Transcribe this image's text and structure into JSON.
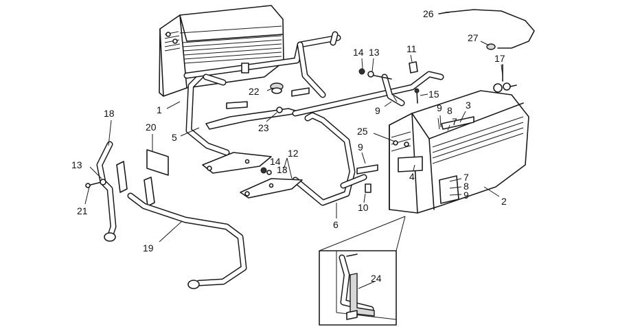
{
  "callouts": [
    {
      "id": "c1",
      "text": "1"
    },
    {
      "id": "c2",
      "text": "2"
    },
    {
      "id": "c3",
      "text": "3"
    },
    {
      "id": "c4",
      "text": "4"
    },
    {
      "id": "c5",
      "text": "5"
    },
    {
      "id": "c6",
      "text": "6"
    },
    {
      "id": "c7a",
      "text": "7"
    },
    {
      "id": "c7b",
      "text": "7"
    },
    {
      "id": "c8a",
      "text": "8"
    },
    {
      "id": "c8b",
      "text": "8"
    },
    {
      "id": "c9a",
      "text": "9"
    },
    {
      "id": "c9b",
      "text": "9"
    },
    {
      "id": "c9c",
      "text": "9"
    },
    {
      "id": "c9d",
      "text": "9"
    },
    {
      "id": "c10",
      "text": "10"
    },
    {
      "id": "c11",
      "text": "11"
    },
    {
      "id": "c12",
      "text": "12"
    },
    {
      "id": "c13a",
      "text": "13"
    },
    {
      "id": "c13b",
      "text": "13"
    },
    {
      "id": "c13c",
      "text": "13"
    },
    {
      "id": "c14a",
      "text": "14"
    },
    {
      "id": "c14b",
      "text": "14"
    },
    {
      "id": "c15",
      "text": "15"
    },
    {
      "id": "c17",
      "text": "17"
    },
    {
      "id": "c18",
      "text": "18"
    },
    {
      "id": "c19",
      "text": "19"
    },
    {
      "id": "c20",
      "text": "20"
    },
    {
      "id": "c21",
      "text": "21"
    },
    {
      "id": "c22",
      "text": "22"
    },
    {
      "id": "c23",
      "text": "23"
    },
    {
      "id": "c24",
      "text": "24"
    },
    {
      "id": "c25",
      "text": "25"
    },
    {
      "id": "c26",
      "text": "26"
    },
    {
      "id": "c27",
      "text": "27"
    }
  ]
}
